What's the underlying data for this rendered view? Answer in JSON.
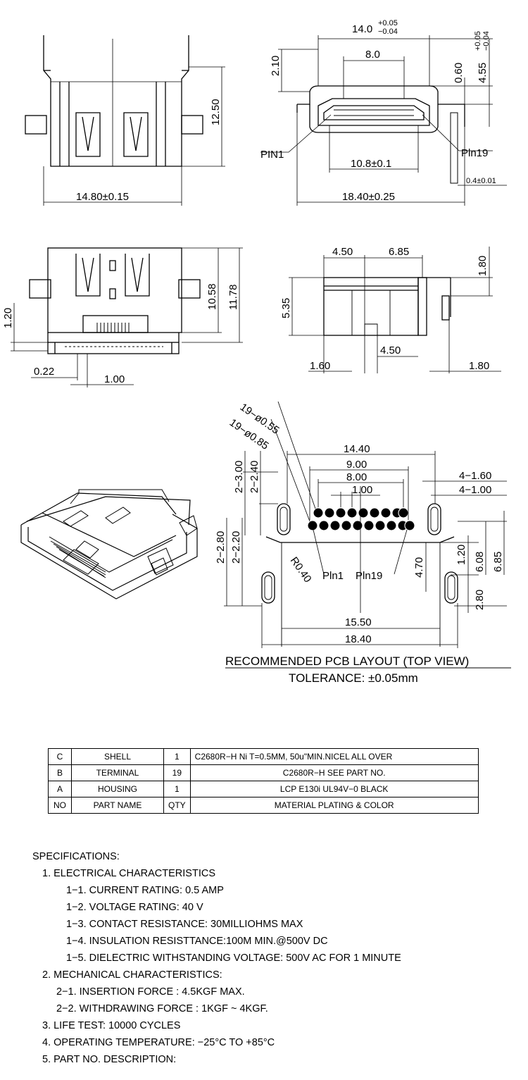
{
  "top_left_view": {
    "width_dim": "14.80±0.15",
    "height_dim": "12.50"
  },
  "top_right_view": {
    "width_top": "14.0",
    "tol_plus": "+0.05",
    "tol_minus": "−0.04",
    "inner": "8.0",
    "opening": "10.8±0.1",
    "overall": "18.40±0.25",
    "left_h": "2.10",
    "right_h1": "0.60",
    "right_h2": "4.55",
    "right_tol_plus": "+0.05",
    "right_tol_minus": "−0.04",
    "shell_thk": "0.4±0.01",
    "pin1": "PIN1",
    "pin19": "Pln19"
  },
  "mid_left_view": {
    "h1": "10.58",
    "h2": "11.78",
    "left_h": "1.20",
    "pitch_a": "0.22",
    "pitch_b": "1.00"
  },
  "mid_right_view": {
    "top_a": "4.50",
    "top_b": "6.85",
    "right_h": "1.80",
    "left_h": "5.35",
    "bottom_mid": "4.50",
    "bottom_left": "1.60",
    "bottom_right": "1.80"
  },
  "pcb_layout": {
    "hole_a": "19−ø0.55",
    "hole_b": "19−ø0.85",
    "w1": "14.40",
    "w2": "9.00",
    "w3": "8.00",
    "w4": "1.00",
    "r1": "4−1.60",
    "r2": "4−1.00",
    "l1": "2−3.00",
    "l2": "2−2.40",
    "l3": "2−2.80",
    "l4": "2−2.20",
    "radius": "R0.40",
    "pin1": "Pln1",
    "pin19": "Pln19",
    "v1": "4.70",
    "v2": "1.20",
    "v3": "6.08",
    "v4": "6.85",
    "v5": "2.80",
    "b1": "15.50",
    "b2": "18.40",
    "title": "RECOMMENDED PCB LAYOUT (TOP VIEW)",
    "tolerance": "TOLERANCE: ±0.05mm"
  },
  "bom": [
    {
      "no": "C",
      "name": "SHELL",
      "qty": "1",
      "material": "C2680R−H Ni T=0.5MM, 50u\"MIN.NICEL ALL OVER"
    },
    {
      "no": "B",
      "name": "TERMINAL",
      "qty": "19",
      "material": "C2680R−H SEE PART NO."
    },
    {
      "no": "A",
      "name": "HOUSING",
      "qty": "1",
      "material": "LCP E130i UL94V−0 BLACK"
    },
    {
      "no": "NO",
      "name": "PART NAME",
      "qty": "QTY",
      "material": "MATERIAL PLATING & COLOR"
    }
  ],
  "specs": {
    "heading": "SPECIFICATIONS:",
    "lines": [
      "1. ELECTRICAL CHARACTERISTICS",
      "1−1. CURRENT RATING: 0.5 AMP",
      "1−2. VOLTAGE RATING: 40 V",
      "1−3. CONTACT RESISTANCE: 30MILLIOHMS MAX",
      "1−4. INSULATION RESISTTANCE:100M MIN.@500V DC",
      "1−5. DIELECTRIC WITHSTANDING VOLTAGE: 500V AC FOR 1 MINUTE",
      "2. MECHANICAL CHARACTERISTICS:",
      "2−1. INSERTION FORCE : 4.5KGF MAX.",
      "2−2. WITHDRAWING FORCE : 1KGF ~ 4KGF.",
      "3. LIFE TEST: 10000 CYCLES",
      "4. OPERATING TEMPERATURE: −25°C TO +85°C",
      "5. PART NO. DESCRIPTION:"
    ]
  }
}
